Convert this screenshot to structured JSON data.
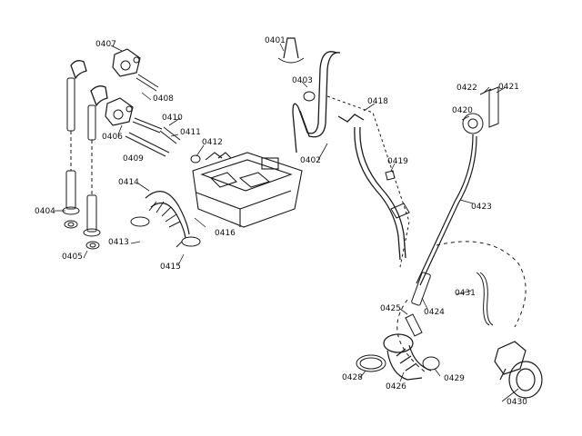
{
  "diagram": {
    "background": "#ffffff",
    "ink": "#1a1a1a",
    "part_labels": [
      "0401",
      "0402",
      "0403",
      "0404",
      "0405",
      "0406",
      "0407",
      "0408",
      "0409",
      "0410",
      "0411",
      "0412",
      "0413",
      "0414",
      "0415",
      "0416",
      "0418",
      "0419",
      "0420",
      "0421",
      "0422",
      "0423",
      "0424",
      "0425",
      "0426",
      "0428",
      "0429",
      "0430",
      "0431"
    ]
  }
}
